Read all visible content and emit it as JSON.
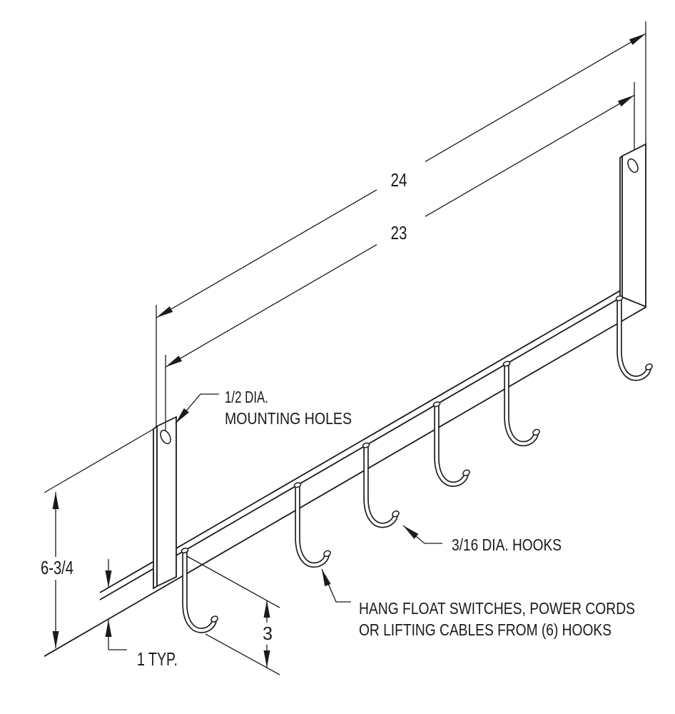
{
  "drawing": {
    "line_color": "#1a1a1a",
    "background": "#ffffff",
    "hook_count": 6,
    "dims": {
      "overall_length": "24",
      "hole_to_hole": "23",
      "overall_height": "6-3/4",
      "rail_leg": "1 TYP.",
      "hook_length": "3"
    },
    "notes": {
      "mounting_hole_line1": "1/2 DIA.",
      "mounting_hole_line2": "MOUNTING HOLES",
      "hook_dia": "3/16 DIA. HOOKS",
      "usage_line1": "HANG FLOAT SWITCHES, POWER CORDS",
      "usage_line2": "OR LIFTING CABLES FROM (6) HOOKS"
    }
  }
}
